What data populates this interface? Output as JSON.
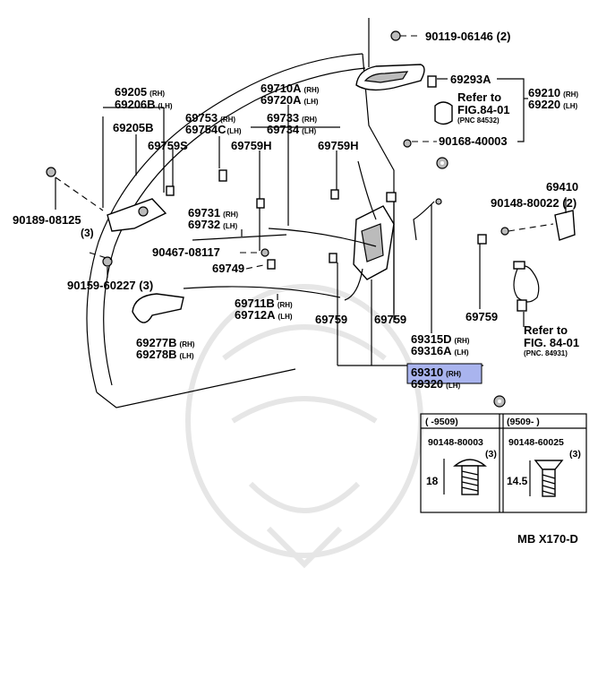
{
  "parts": {
    "p90119": {
      "num": "90119-06146",
      "qty": "(2)"
    },
    "p69293": {
      "num": "69293A"
    },
    "p69210": {
      "num": "69210",
      "side": "(RH)"
    },
    "p69220": {
      "num": "69220",
      "side": "(LH)"
    },
    "ref_upper": {
      "l1": "Refer to",
      "l2": "FIG.84-01",
      "l3": "(PNC 84532)"
    },
    "p90168": {
      "num": "90168-40003"
    },
    "p69205": {
      "num": "69205",
      "side": "(RH)"
    },
    "p69206": {
      "num": "69206B",
      "side": "(LH)"
    },
    "p69205B": {
      "num": "69205B"
    },
    "p69710": {
      "num": "69710A",
      "side": "(RH)"
    },
    "p69720": {
      "num": "69720A",
      "side": "(LH)"
    },
    "p69753": {
      "num": "69753",
      "side": "(RH)"
    },
    "p69754": {
      "num": "69754C",
      "side": "(LH)"
    },
    "p69733": {
      "num": "69733",
      "side": "(RH)"
    },
    "p69734": {
      "num": "69734",
      "side": "(LH)"
    },
    "p69759S": {
      "num": "69759S"
    },
    "p69759H_a": {
      "num": "69759H"
    },
    "p69759H_b": {
      "num": "69759H"
    },
    "p90189": {
      "num": "90189-08125",
      "qty": "(3)"
    },
    "p69731": {
      "num": "69731",
      "side": "(RH)"
    },
    "p69732": {
      "num": "69732",
      "side": "(LH)"
    },
    "p90467": {
      "num": "90467-08117"
    },
    "p69749": {
      "num": "69749"
    },
    "p90159": {
      "num": "90159-60227",
      "qty": "(3)"
    },
    "p69711": {
      "num": "69711B",
      "side": "(RH)"
    },
    "p69712": {
      "num": "69712A",
      "side": "(LH)"
    },
    "p69759_a": {
      "num": "69759"
    },
    "p69759_b": {
      "num": "69759"
    },
    "p69759_c": {
      "num": "69759"
    },
    "p69277": {
      "num": "69277B",
      "side": "(RH)"
    },
    "p69278": {
      "num": "69278B",
      "side": "(LH)"
    },
    "p69410": {
      "num": "69410"
    },
    "p90148": {
      "num": "90148-80022",
      "qty": "(2)"
    },
    "ref_lower": {
      "l1": "Refer to",
      "l2": "FIG. 84-01",
      "l3": "(PNC. 84931)"
    },
    "p69315": {
      "num": "69315D",
      "side": "(RH)"
    },
    "p69316": {
      "num": "69316A",
      "side": "(LH)"
    },
    "p69310": {
      "num": "69310",
      "side": "(RH)"
    },
    "p69320": {
      "num": "69320",
      "side": "(LH)"
    }
  },
  "table": {
    "col1_range": "(    -9509)",
    "col2_range": "(9509-      )",
    "col1_part": "90148-80003",
    "col1_qty": "(3)",
    "col2_part": "90148-60025",
    "col2_qty": "(3)",
    "col1_dim": "18",
    "col2_dim": "14.5"
  },
  "footer": {
    "code": "MB  X170-D"
  },
  "colors": {
    "highlight": "#a9b4ee",
    "line": "#000000",
    "watermark": "#e6e6e6"
  }
}
